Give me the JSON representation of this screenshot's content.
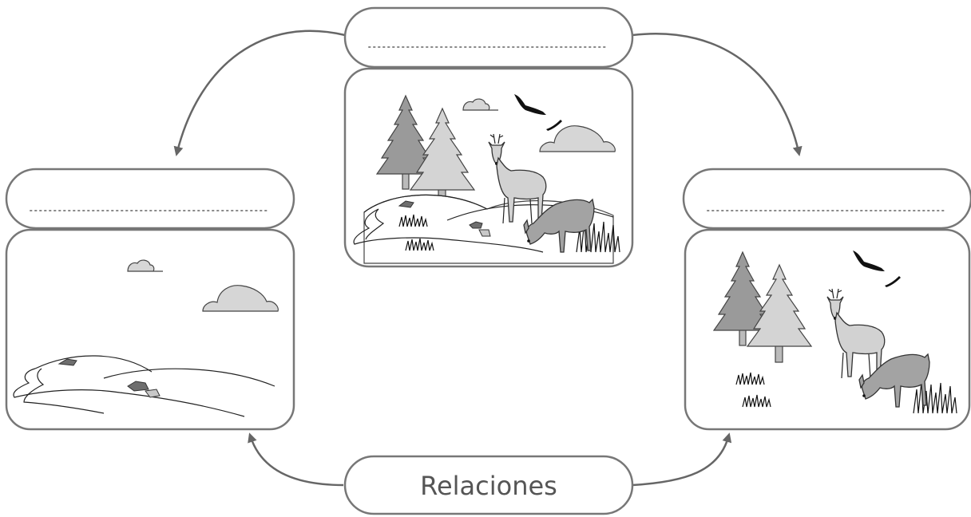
{
  "title": "Relaciones",
  "blanks": {
    "top": "",
    "left": "",
    "right": ""
  },
  "scenes": {
    "top": "full-ecosystem",
    "left": "abiotic-landscape",
    "right": "living-beings"
  },
  "colors": {
    "outline": "#777777",
    "arrow": "#666666",
    "fill_light": "#d6d6d6",
    "fill_dark": "#9a9a9a"
  }
}
